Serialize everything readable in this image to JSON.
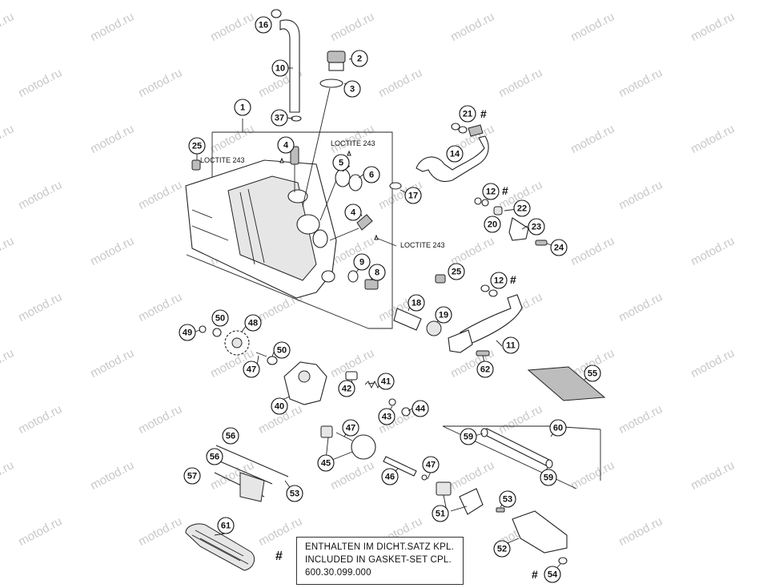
{
  "watermark": "motod.ru",
  "callouts": [
    {
      "id": "c16",
      "label": "16"
    },
    {
      "id": "c10",
      "label": "10"
    },
    {
      "id": "c2",
      "label": "2"
    },
    {
      "id": "c3",
      "label": "3"
    },
    {
      "id": "c1",
      "label": "1"
    },
    {
      "id": "c37",
      "label": "37"
    },
    {
      "id": "c4a",
      "label": "4"
    },
    {
      "id": "c25a",
      "label": "25"
    },
    {
      "id": "c5",
      "label": "5"
    },
    {
      "id": "c6",
      "label": "6"
    },
    {
      "id": "c4b",
      "label": "4"
    },
    {
      "id": "c17",
      "label": "17"
    },
    {
      "id": "c21",
      "label": "21"
    },
    {
      "id": "c14",
      "label": "14"
    },
    {
      "id": "c12a",
      "label": "12"
    },
    {
      "id": "c22",
      "label": "22"
    },
    {
      "id": "c20",
      "label": "20"
    },
    {
      "id": "c23",
      "label": "23"
    },
    {
      "id": "c24",
      "label": "24"
    },
    {
      "id": "c9",
      "label": "9"
    },
    {
      "id": "c8",
      "label": "8"
    },
    {
      "id": "c25b",
      "label": "25"
    },
    {
      "id": "c12b",
      "label": "12"
    },
    {
      "id": "c18",
      "label": "18"
    },
    {
      "id": "c19",
      "label": "19"
    },
    {
      "id": "c11",
      "label": "11"
    },
    {
      "id": "c62",
      "label": "62"
    },
    {
      "id": "c55",
      "label": "55"
    },
    {
      "id": "c49",
      "label": "49"
    },
    {
      "id": "c50a",
      "label": "50"
    },
    {
      "id": "c48",
      "label": "48"
    },
    {
      "id": "c50b",
      "label": "50"
    },
    {
      "id": "c47a",
      "label": "47"
    },
    {
      "id": "c41",
      "label": "41"
    },
    {
      "id": "c42",
      "label": "42"
    },
    {
      "id": "c40",
      "label": "40"
    },
    {
      "id": "c43",
      "label": "43"
    },
    {
      "id": "c44",
      "label": "44"
    },
    {
      "id": "c47b",
      "label": "47"
    },
    {
      "id": "c45",
      "label": "45"
    },
    {
      "id": "c60",
      "label": "60"
    },
    {
      "id": "c59a",
      "label": "59"
    },
    {
      "id": "c59b",
      "label": "59"
    },
    {
      "id": "c56a",
      "label": "56"
    },
    {
      "id": "c56b",
      "label": "56"
    },
    {
      "id": "c57",
      "label": "57"
    },
    {
      "id": "c53a",
      "label": "53"
    },
    {
      "id": "c46",
      "label": "46"
    },
    {
      "id": "c47c",
      "label": "47"
    },
    {
      "id": "c51",
      "label": "51"
    },
    {
      "id": "c53b",
      "label": "53"
    },
    {
      "id": "c61",
      "label": "61"
    },
    {
      "id": "c52",
      "label": "52"
    },
    {
      "id": "c54",
      "label": "54"
    }
  ],
  "hash_marks": [
    "#",
    "#",
    "#",
    "#"
  ],
  "loctite_labels": [
    "LOCTITE 243",
    "LOCTITE 243",
    "LOCTITE 243"
  ],
  "note": {
    "marker": "#",
    "line1": "ENTHALTEN IM DICHT.SATZ KPL.",
    "line2": "INCLUDED IN GASKET-SET CPL.",
    "line3": "600.30.099.000"
  }
}
